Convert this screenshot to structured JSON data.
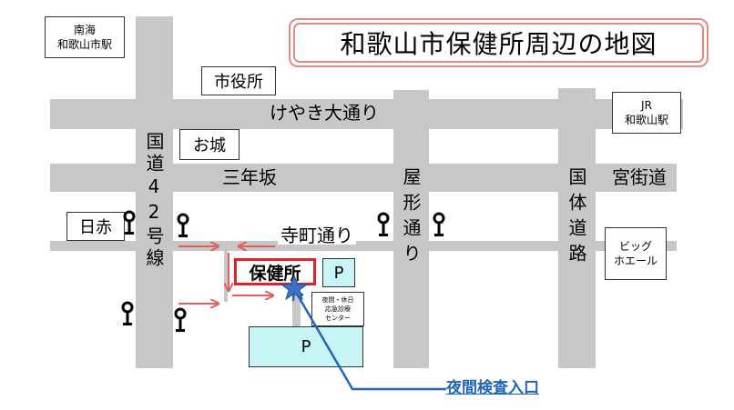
{
  "title": "和歌山市保健所周辺の地図",
  "stations": {
    "nankai": "南海\n和歌山市駅",
    "jr": "JR\n和歌山駅"
  },
  "landmarks": {
    "city_hall": "市役所",
    "castle": "お城",
    "red_cross": "日赤",
    "big_whale": "ビッグ\nホエール",
    "emergency_center": "夜間・休日\n応急診療\nセンター"
  },
  "roads": {
    "keyaki": "けやき大通り",
    "sannenzaka": "三年坂",
    "miyakaido": "宮街道",
    "teramachi": "寺町通り",
    "route42": "国道42号線",
    "yagata": "屋形通り",
    "kokutai": "国体道路"
  },
  "facility": {
    "hokenjo": "保健所",
    "parking_small": "P",
    "parking_large": "P"
  },
  "entrance_label": "夜間検査入口",
  "colors": {
    "road": "#c7c7c7",
    "route_arrow": "#e06060",
    "highlight_red": "#e0202a",
    "title_border": "#e08a8a",
    "parking": "#c7f5f5",
    "entrance_blue": "#1f66b8",
    "star": "#3a73c9"
  }
}
